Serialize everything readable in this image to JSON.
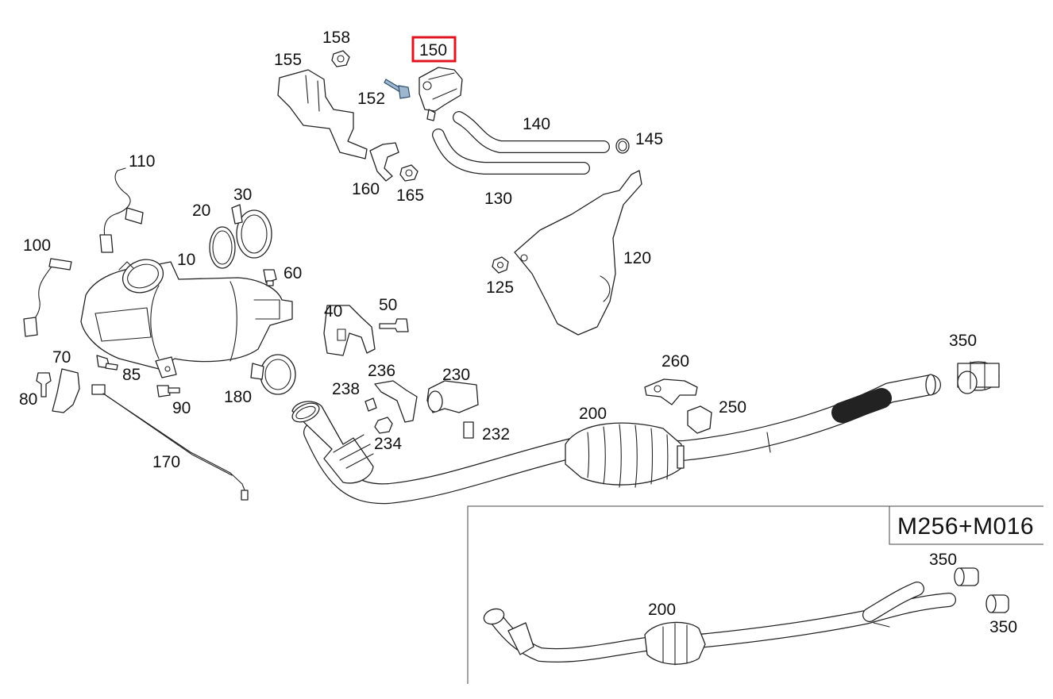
{
  "callouts": {
    "c10": "10",
    "c20": "20",
    "c30": "30",
    "c40": "40",
    "c50": "50",
    "c60": "60",
    "c70": "70",
    "c80": "80",
    "c85": "85",
    "c90": "90",
    "c100": "100",
    "c110": "110",
    "c120": "120",
    "c125": "125",
    "c130": "130",
    "c140": "140",
    "c145": "145",
    "c150": "150",
    "c152": "152",
    "c155": "155",
    "c158": "158",
    "c160": "160",
    "c165": "165",
    "c170": "170",
    "c180": "180",
    "c200": "200",
    "c230": "230",
    "c232": "232",
    "c234": "234",
    "c236": "236",
    "c238": "238",
    "c250": "250",
    "c260": "260",
    "c350": "350"
  },
  "inset": {
    "title": "M256+M016",
    "c200": "200",
    "c350a": "350",
    "c350b": "350"
  },
  "highlight": {
    "part": "150",
    "color": "#e0141e"
  }
}
